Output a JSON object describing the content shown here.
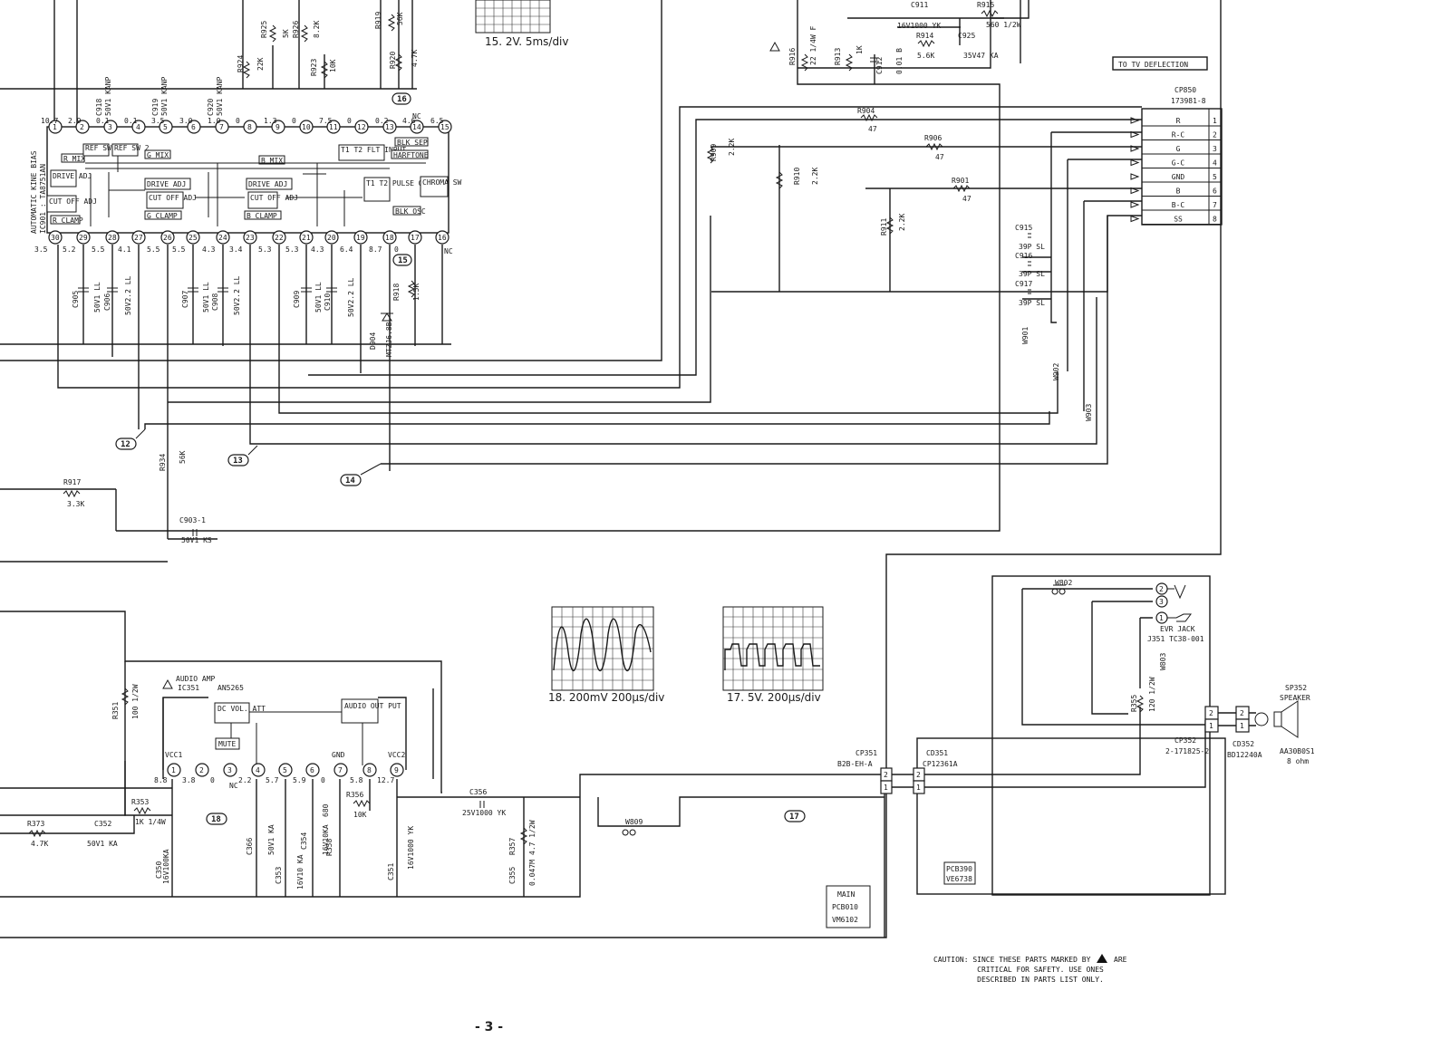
{
  "page": {
    "number": "- 3 -"
  },
  "caution": {
    "line1_a": "CAUTION: SINCE THESE PARTS MARKED BY",
    "line1_b": "ARE",
    "line2": "CRITICAL FOR SAFETY. USE ONES",
    "line3": "DESCRIBED IN PARTS LIST ONLY."
  },
  "ic_kine": {
    "title": "AUTOMATIC KINE BIAS",
    "part": "IC901 : TA8751AN",
    "top_pins": [
      "1",
      "2",
      "3",
      "4",
      "5",
      "6",
      "7",
      "8",
      "9",
      "10",
      "11",
      "12",
      "13",
      "14",
      "15"
    ],
    "top_voltages": [
      "10.7",
      "2.9",
      "0.1",
      "0.1",
      "3.5",
      "3.0",
      "1.0",
      "0",
      "1.3",
      "0",
      "7.5",
      "0",
      "0.2",
      "4.6",
      "6.5"
    ],
    "bottom_pins": [
      "30",
      "29",
      "28",
      "27",
      "26",
      "25",
      "24",
      "23",
      "22",
      "21",
      "20",
      "19",
      "18",
      "17",
      "16"
    ],
    "bottom_voltages": [
      "3.5",
      "5.2",
      "5.5",
      "4.1",
      "5.5",
      "5.5",
      "4.3",
      "3.4",
      "5.3",
      "5.3",
      "4.3",
      "6.4",
      "8.7",
      "0",
      ""
    ],
    "blocks": [
      "R MIX",
      "REF SW 1",
      "REF SW 2",
      "G MIX",
      "B MIX",
      "T1 T2 FLT INPUT",
      "BLK SEP",
      "HARFTONE",
      "DRIVE ADJ",
      "CUT OFF ADJ",
      "R CLAMP",
      "DRIVE ADJ",
      "CUT OFF ADJ",
      "G CLAMP",
      "DRIVE ADJ",
      "CUT OFF ADJ",
      "B CLAMP",
      "T1 T2 PULSE OSC",
      "CHROMA SW",
      "BLK OSC"
    ],
    "nc_top": "NC",
    "nc_bottom": "NC"
  },
  "ic_audio": {
    "title": "AUDIO AMP",
    "part": "IC351",
    "type": "AN5265",
    "pins": [
      "1",
      "2",
      "3",
      "4",
      "5",
      "6",
      "7",
      "8",
      "9"
    ],
    "pin_names": [
      "VCC1",
      "",
      "",
      "",
      "",
      "",
      "GND",
      "",
      "VCC2"
    ],
    "voltages": [
      "8.8",
      "3.8",
      "0",
      "2.2",
      "5.7",
      "5.9",
      "0",
      "5.8",
      "12.7"
    ],
    "blocks": [
      "DC VOL. ATT",
      "MUTE",
      "AUDIO OUT PUT"
    ],
    "nc": "NC"
  },
  "connectors": {
    "cp850": {
      "name": "CP850",
      "part": "173981-8",
      "note": "TO TV DEFLECTION",
      "pins": [
        "1",
        "2",
        "3",
        "4",
        "5",
        "6",
        "7",
        "8"
      ],
      "signals": [
        "R",
        "R-C",
        "G",
        "G-C",
        "GND",
        "B",
        "B-C",
        "SS"
      ]
    },
    "cp351": {
      "name": "CP351",
      "part": "B2B-EH-A",
      "pins": [
        "2",
        "1"
      ]
    },
    "cd351": {
      "name": "CD351",
      "part": "CP12361A",
      "pins": [
        "2",
        "1"
      ]
    },
    "cp352": {
      "name": "CP352",
      "part": "2-171825-2",
      "pins": [
        "2",
        "1"
      ]
    },
    "cd352": {
      "name": "CD352",
      "part": "BD12240A",
      "pins": [
        "2",
        "1"
      ]
    }
  },
  "components": {
    "top": [
      {
        "ref": "R925",
        "val": "5K"
      },
      {
        "ref": "R926",
        "val": "8.2K"
      },
      {
        "ref": "R924",
        "val": "22K"
      },
      {
        "ref": "R923",
        "val": "10K"
      },
      {
        "ref": "R919",
        "val": "56K"
      },
      {
        "ref": "R920",
        "val": "4.7K"
      },
      {
        "ref": "C918",
        "val": "50V1 KANP"
      },
      {
        "ref": "C919",
        "val": "50V1 KANP"
      },
      {
        "ref": "C920",
        "val": "50V1 KANP"
      },
      {
        "ref": "C911",
        "val": "16V1000 YK"
      },
      {
        "ref": "R915",
        "val": "560 1/2W"
      },
      {
        "ref": "R914",
        "val": "5.6K"
      },
      {
        "ref": "C925",
        "val": "35V47 KA"
      },
      {
        "ref": "R916",
        "val": "22 1/4W F"
      },
      {
        "ref": "R913",
        "val": "1K"
      },
      {
        "ref": "C912",
        "val": "0.01 B"
      }
    ],
    "rgb": [
      {
        "ref": "R904",
        "val": "47"
      },
      {
        "ref": "R906",
        "val": "47"
      },
      {
        "ref": "R901",
        "val": "47"
      },
      {
        "ref": "R909",
        "val": "2.2K"
      },
      {
        "ref": "R910",
        "val": "2.2K"
      },
      {
        "ref": "R911",
        "val": "2.2K"
      },
      {
        "ref": "C915",
        "val": "39P SL"
      },
      {
        "ref": "C916",
        "val": "39P SL"
      },
      {
        "ref": "C917",
        "val": "39P SL"
      },
      {
        "ref": "W901",
        "val": ""
      },
      {
        "ref": "W902",
        "val": ""
      },
      {
        "ref": "W903",
        "val": ""
      }
    ],
    "bottom_caps": [
      {
        "ref": "C905",
        "val": "50V1 LL"
      },
      {
        "ref": "C906",
        "val": "50V2.2 LL"
      },
      {
        "ref": "C907",
        "val": "50V1 LL"
      },
      {
        "ref": "C908",
        "val": "50V2.2 LL"
      },
      {
        "ref": "C909",
        "val": "50V1 LL"
      },
      {
        "ref": "C910",
        "val": "50V2.2 LL"
      },
      {
        "ref": "R918",
        "val": "1.5K"
      },
      {
        "ref": "D904",
        "val": "MTZJ6.8B"
      }
    ],
    "misc": [
      {
        "ref": "R917",
        "val": "3.3K"
      },
      {
        "ref": "R934",
        "val": "56K"
      },
      {
        "ref": "C903-1",
        "val": "50V1 KS"
      }
    ],
    "audio": [
      {
        "ref": "R351",
        "val": "100 1/2W"
      },
      {
        "ref": "R353",
        "val": "1K 1/4W"
      },
      {
        "ref": "R373",
        "val": "4.7K"
      },
      {
        "ref": "C352",
        "val": "50V1 KA"
      },
      {
        "ref": "C350",
        "val": "16V100KA"
      },
      {
        "ref": "C366",
        "val": "50V1 KA"
      },
      {
        "ref": "C353",
        "val": "16V10 KA"
      },
      {
        "ref": "C354",
        "val": "16V10KA"
      },
      {
        "ref": "R358",
        "val": "680"
      },
      {
        "ref": "R356",
        "val": "10K"
      },
      {
        "ref": "C351",
        "val": "16V1000 YK"
      },
      {
        "ref": "C356",
        "val": "25V1000 YK"
      },
      {
        "ref": "R357",
        "val": "4.7 1/2W"
      },
      {
        "ref": "C355",
        "val": "0.047M"
      },
      {
        "ref": "W809",
        "val": ""
      }
    ],
    "speaker_board": [
      {
        "ref": "W802",
        "val": ""
      },
      {
        "ref": "W803",
        "val": ""
      },
      {
        "ref": "R355",
        "val": "120 1/2W"
      },
      {
        "ref": "J351",
        "val": "TC38-001"
      },
      {
        "ref": "SP352",
        "val": "SPEAKER"
      },
      {
        "ref": "AA30B0S1",
        "val": "8 ohm"
      }
    ]
  },
  "jack": {
    "name": "EVR JACK",
    "pins": [
      "2",
      "3",
      "1"
    ]
  },
  "test_points": [
    "12",
    "13",
    "14",
    "15",
    "16",
    "17",
    "18"
  ],
  "boards": {
    "main": {
      "line1": "MAIN",
      "line2": "PCB010",
      "line3": "VM6102"
    },
    "speaker": {
      "line1": "PCB390",
      "line2": "VE6738"
    }
  },
  "waveforms": [
    {
      "id": "15",
      "caption": "15. 2V. 5ms/div"
    },
    {
      "id": "18",
      "caption": "18. 200mV  200µs/div"
    },
    {
      "id": "17",
      "caption": "17. 5V. 200µs/div"
    }
  ]
}
